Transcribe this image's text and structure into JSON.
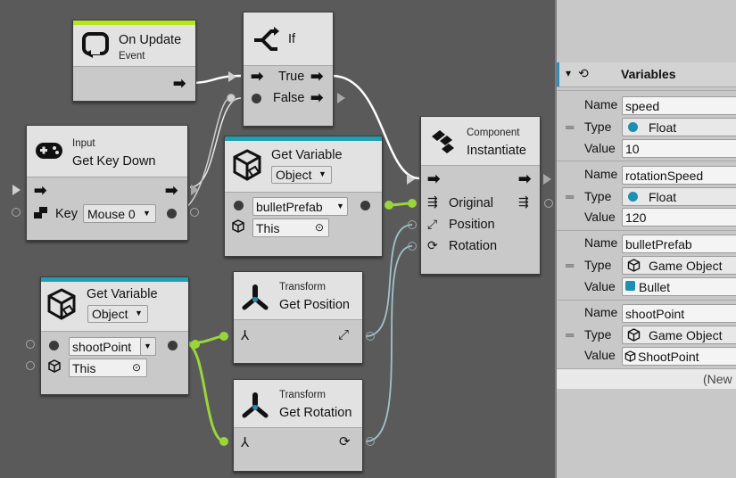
{
  "nodes": {
    "on_update": {
      "title": "On Update",
      "subtitle": "Event",
      "accent": "#b5e61d"
    },
    "if_node": {
      "title": "If",
      "true_label": "True",
      "false_label": "False"
    },
    "get_key_down": {
      "category": "Input",
      "title": "Get Key Down",
      "key_label": "Key",
      "key_value": "Mouse 0"
    },
    "get_variable_1": {
      "title": "Get Variable",
      "kind": "Object",
      "name_value": "bulletPrefab",
      "target_value": "This",
      "accent": "#1fa0b0"
    },
    "instantiate": {
      "category": "Component",
      "title": "Instantiate",
      "original_label": "Original",
      "position_label": "Position",
      "rotation_label": "Rotation"
    },
    "get_variable_2": {
      "title": "Get Variable",
      "kind": "Object",
      "name_value": "shootPoint",
      "target_value": "This",
      "accent": "#1fa0b0"
    },
    "get_position": {
      "category": "Transform",
      "title": "Get Position"
    },
    "get_rotation": {
      "category": "Transform",
      "title": "Get Rotation"
    }
  },
  "panel": {
    "title": "Variables",
    "labels": {
      "name": "Name",
      "type": "Type",
      "value": "Value"
    },
    "variables": [
      {
        "name": "speed",
        "type": "Float",
        "value": "10"
      },
      {
        "name": "rotationSpeed",
        "type": "Float",
        "value": "120"
      },
      {
        "name": "bulletPrefab",
        "type": "Game Object",
        "value": "Bullet"
      },
      {
        "name": "shootPoint",
        "type": "Game Object",
        "value": "ShootPoint"
      }
    ],
    "new_label": "(New"
  },
  "colors": {
    "graph_bg": "#5a5a5a",
    "node_body": "#c9c9c9",
    "flow_wire": "#ffffff",
    "object_wire": "#9bd53c",
    "vector_wire": "#9fc3c8",
    "float_dot": "#1e8fb0"
  },
  "icons": {
    "event": "loop-arrow-icon",
    "branch": "branch-icon",
    "gamepad": "gamepad-icon",
    "cube": "cube-icon",
    "transform": "transform-axes-icon"
  }
}
